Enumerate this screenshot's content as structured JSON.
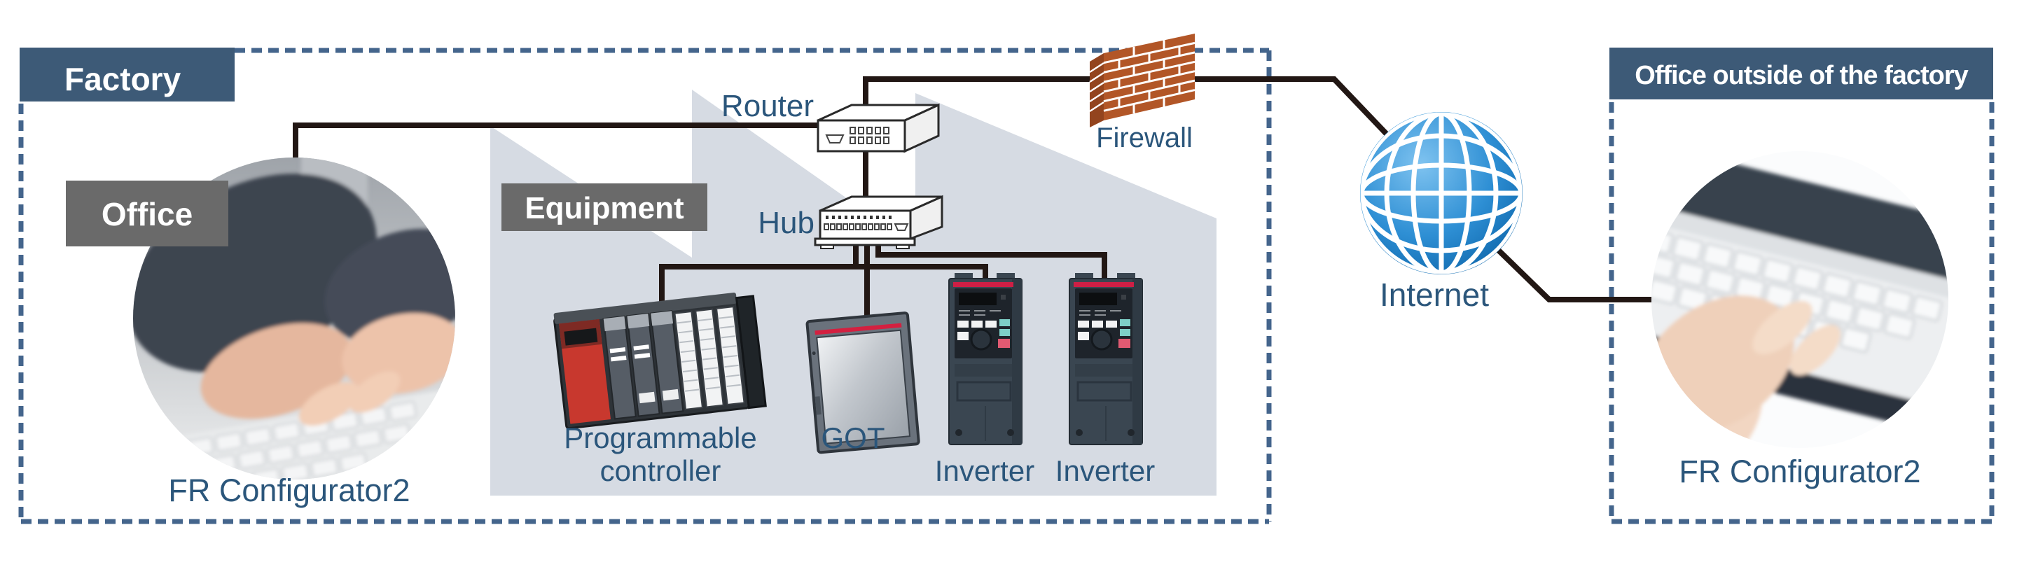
{
  "factory": {
    "title": "Factory",
    "office": {
      "label": "Office",
      "caption": "FR Configurator2"
    },
    "equipment": {
      "label": "Equipment",
      "router_label": "Router",
      "hub_label": "Hub",
      "plc_label_line1": "Programmable",
      "plc_label_line2": "controller",
      "got_label": "GOT",
      "inverter_label": "Inverter"
    },
    "firewall_label": "Firewall"
  },
  "internet_label": "Internet",
  "outside_office": {
    "title": "Office outside of the factory",
    "caption": "FR Configurator2"
  },
  "colors": {
    "navy_header": "#3D5A77",
    "dashed_border": "#44658C",
    "gray_label_box": "#6A6A6A",
    "label_text_blue": "#2B567B",
    "connection_line": "#221714",
    "equipment_panel": "#D6DBE3",
    "firewall_brick": "#B25627",
    "globe_blue": "#1173BE",
    "inverter_accent_red": "#CE1F45",
    "plc_accent_red": "#C8382E"
  }
}
